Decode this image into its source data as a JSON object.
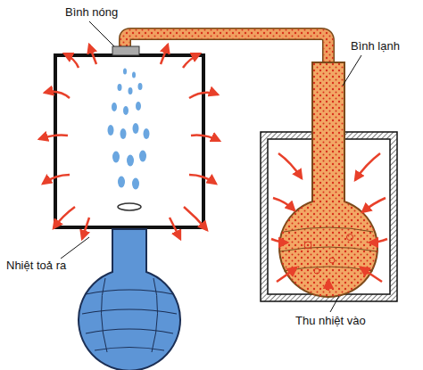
{
  "diagram": {
    "labels": [
      "Bình nóng",
      "Bình lạnh",
      "Nhiệt toả ra",
      "Thu nhiệt vào"
    ]
  }
}
